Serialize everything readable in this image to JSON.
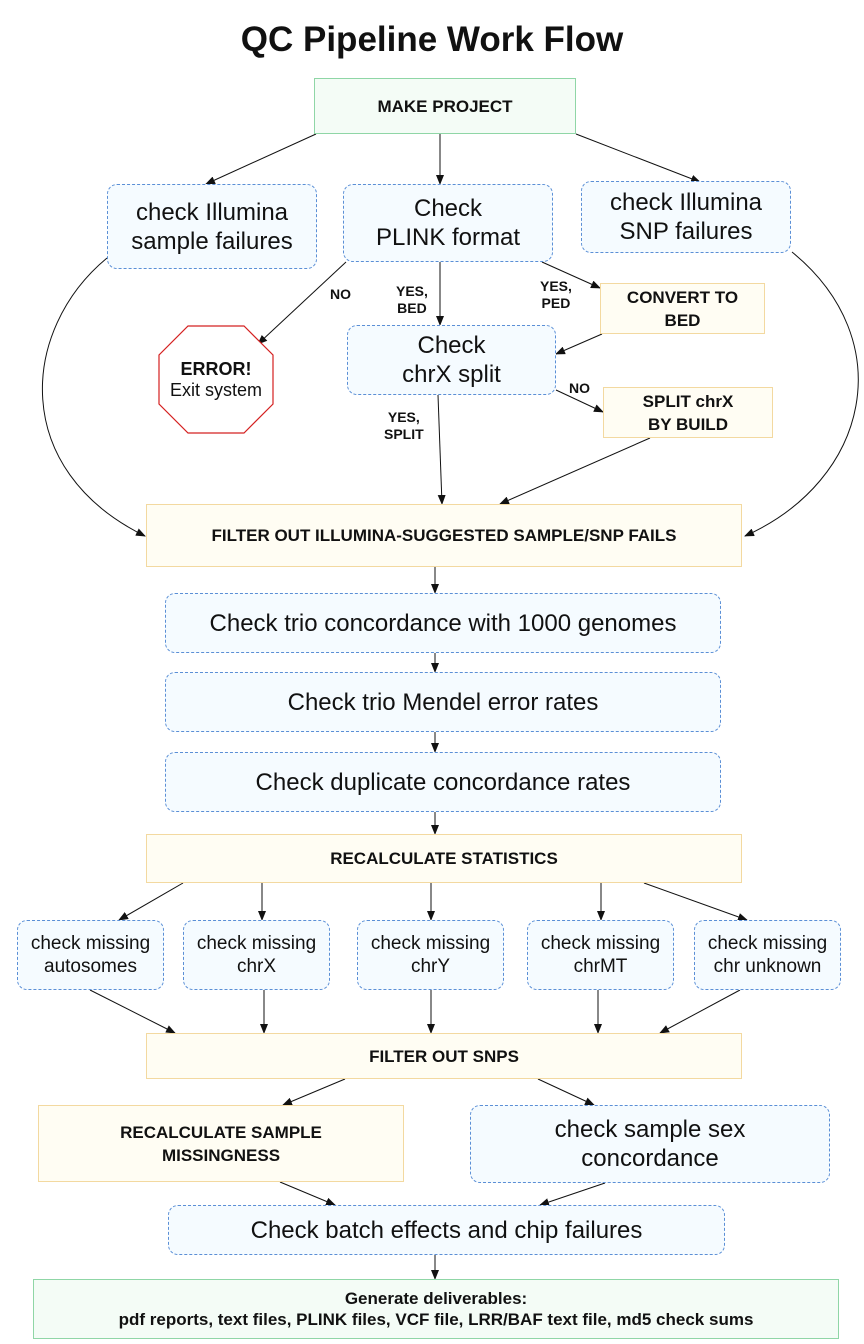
{
  "title": "QC Pipeline Work Flow",
  "nodes": {
    "make_project": [
      "MAKE PROJECT"
    ],
    "check_sample_failures": [
      "check Illumina",
      "sample failures"
    ],
    "check_plink": [
      "Check",
      "PLINK format"
    ],
    "check_snp_failures": [
      "check Illumina",
      "SNP failures"
    ],
    "error_title": "ERROR!",
    "error_sub": "Exit system",
    "convert_bed": [
      "CONVERT TO",
      "BED"
    ],
    "check_chrx": [
      "Check",
      "chrX split"
    ],
    "split_chrx": [
      "SPLIT chrX",
      "BY BUILD"
    ],
    "filter_illumina": [
      "FILTER OUT ILLUMINA-SUGGESTED SAMPLE/SNP FAILS"
    ],
    "trio_concordance": [
      "Check trio concordance with 1000 genomes"
    ],
    "mendel": [
      "Check trio Mendel error rates"
    ],
    "duplicate": [
      "Check duplicate concordance rates"
    ],
    "recalc_stats": [
      "RECALCULATE STATISTICS"
    ],
    "missing_autosomes": [
      "check missing",
      "autosomes"
    ],
    "missing_chrx": [
      "check missing",
      "chrX"
    ],
    "missing_chry": [
      "check missing",
      "chrY"
    ],
    "missing_chrmt": [
      "check missing",
      "chrMT"
    ],
    "missing_unknown": [
      "check missing",
      "chr unknown"
    ],
    "filter_snps": [
      "FILTER OUT SNPS"
    ],
    "recalc_missingness": [
      "RECALCULATE SAMPLE",
      "MISSINGNESS"
    ],
    "sex_concordance": [
      "check sample sex",
      "concordance"
    ],
    "batch_effects": [
      "Check batch effects and chip failures"
    ],
    "deliverables": [
      "Generate deliverables:",
      "pdf reports, text files, PLINK files, VCF file, LRR/BAF text file, md5 check sums"
    ]
  },
  "edge_labels": {
    "no_error": "NO",
    "yes_bed": [
      "YES,",
      "BED"
    ],
    "yes_ped": [
      "YES,",
      "PED"
    ],
    "no_split": "NO",
    "yes_split": [
      "YES,",
      "SPLIT"
    ]
  },
  "colors": {
    "action_fill": "#fffdf3",
    "action_border": "#f3d9a0",
    "start_end_fill": "#f4fcf6",
    "start_end_border": "#8fd6a6",
    "check_border": "#5b8fd6",
    "error_border": "#d42020"
  }
}
